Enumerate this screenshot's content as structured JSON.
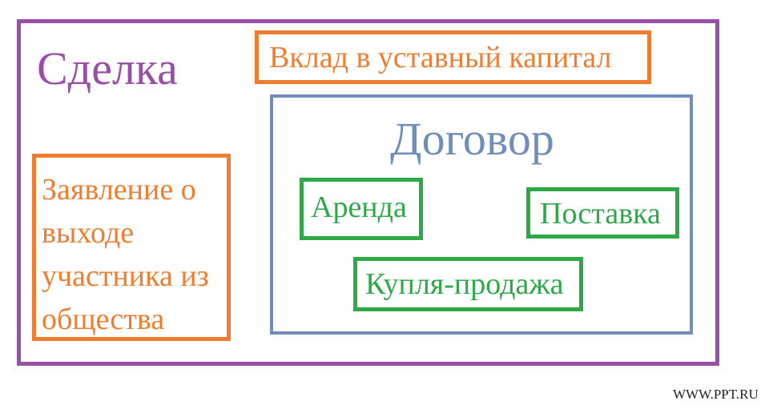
{
  "colors": {
    "outer": "#9b4ea8",
    "orange": "#ef7d30",
    "blue": "#6f8fba",
    "green": "#2fa84a"
  },
  "title": "Сделка",
  "vklad": "Вклад в уставный капитал",
  "zayavlenie": [
    "Заявление о",
    "выходе",
    "участника из",
    "общества"
  ],
  "dogovor": {
    "title": "Договор",
    "items": [
      "Аренда",
      "Поставка",
      "Купля-продажа"
    ]
  },
  "footer": "WWW.PPT.RU"
}
